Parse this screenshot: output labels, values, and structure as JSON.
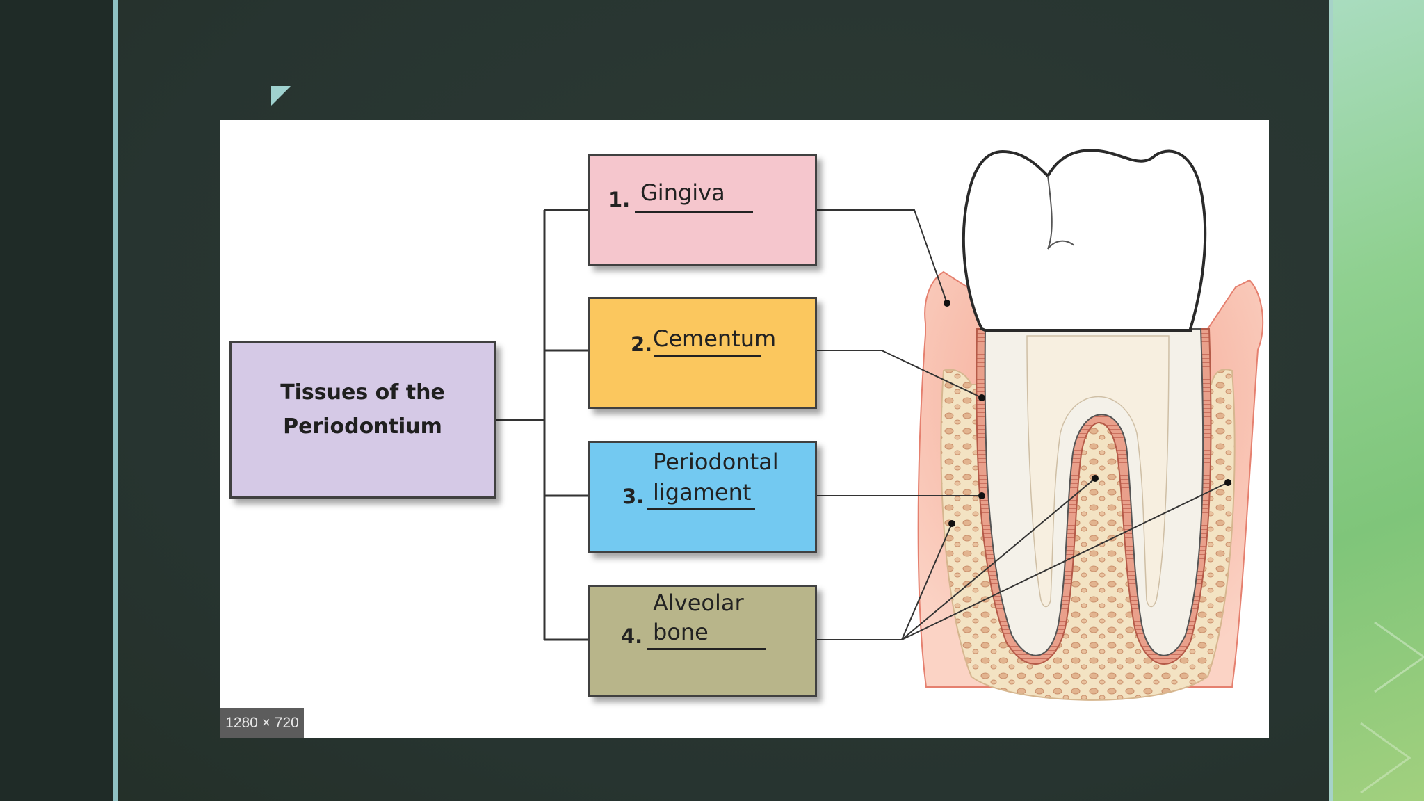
{
  "diagram": {
    "root": {
      "line1": "Tissues of the",
      "line2": "Periodontium"
    },
    "items": [
      {
        "number": "1.",
        "term": "Gingiva",
        "color": "#f5c6cd"
      },
      {
        "number": "2.",
        "term": "Cementum",
        "color": "#fbc75e"
      },
      {
        "number": "3.",
        "term_line1": "Periodontal",
        "term_line2": "ligament",
        "color": "#73c9f1"
      },
      {
        "number": "4.",
        "term_line1": "Alveolar",
        "term_line2": "bone",
        "color": "#b8b58a"
      }
    ],
    "root_color": "#d5c9e6",
    "image_size_badge": "1280 × 720"
  },
  "theme": {
    "slide_background": "#27342f",
    "left_accent": "#8fc1c3",
    "right_panel_green": "#7fc57a"
  }
}
